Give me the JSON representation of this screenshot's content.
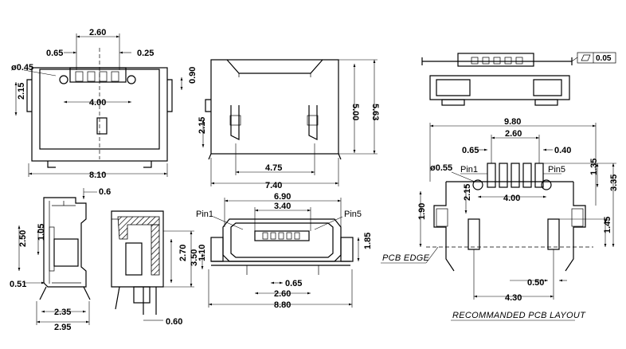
{
  "drawing": {
    "dimensions": {
      "top_pitch_span": "2.60",
      "top_pin_width": "0.65",
      "top_pin_gap": "0.25",
      "top_hole_dia": "ø0.45",
      "top_hole_span": "4.00",
      "top_left_height": "2.15",
      "top_right_offset": "0.90",
      "top_right_height": "2.15",
      "top_overall_width": "8.10",
      "front_inner_width": "4.75",
      "front_overall_width": "7.40",
      "front_inner_height": "5.00",
      "front_overall_height": "5.63",
      "side_top_offset": "0.6",
      "side_height": "2.50",
      "side_inner_height": "1.05",
      "side_bottom_offset": "0.51",
      "side_inner_width": "2.35",
      "side_overall_width": "2.95",
      "section_height_a": "2.70",
      "section_height_b": "3.50",
      "section_bottom_offset": "0.60",
      "end_overall_top": "6.90",
      "end_inner_top": "3.40",
      "end_height_right": "1.85",
      "end_height_left": "1.10",
      "end_pitch": "0.65",
      "end_pitch_span": "2.60",
      "end_overall_bottom": "8.80",
      "flat_tolerance": "0.05",
      "pcb_overall_width": "9.80",
      "pcb_pitch_span": "2.60",
      "pcb_pad_width": "0.65",
      "pcb_pad_gap": "0.40",
      "pcb_hole_dia": "ø0.55",
      "pcb_pad_row_height": "1.35",
      "pcb_right_height": "3.35",
      "pcb_hole_span": "4.00",
      "pcb_left_offset": "2.15",
      "pcb_tab_height": "1.90",
      "pcb_right_tab_height": "1.45",
      "pcb_tab_width": "0.50",
      "pcb_tab_span": "4.30"
    },
    "labels": {
      "pin1_end": "Pin1",
      "pin5_end": "Pin5",
      "pin1_pcb": "Pin1",
      "pin5_pcb": "Pin5",
      "pcb_edge": "PCB EDGE",
      "layout_caption": "RECOMMANDED PCB LAYOUT"
    }
  }
}
